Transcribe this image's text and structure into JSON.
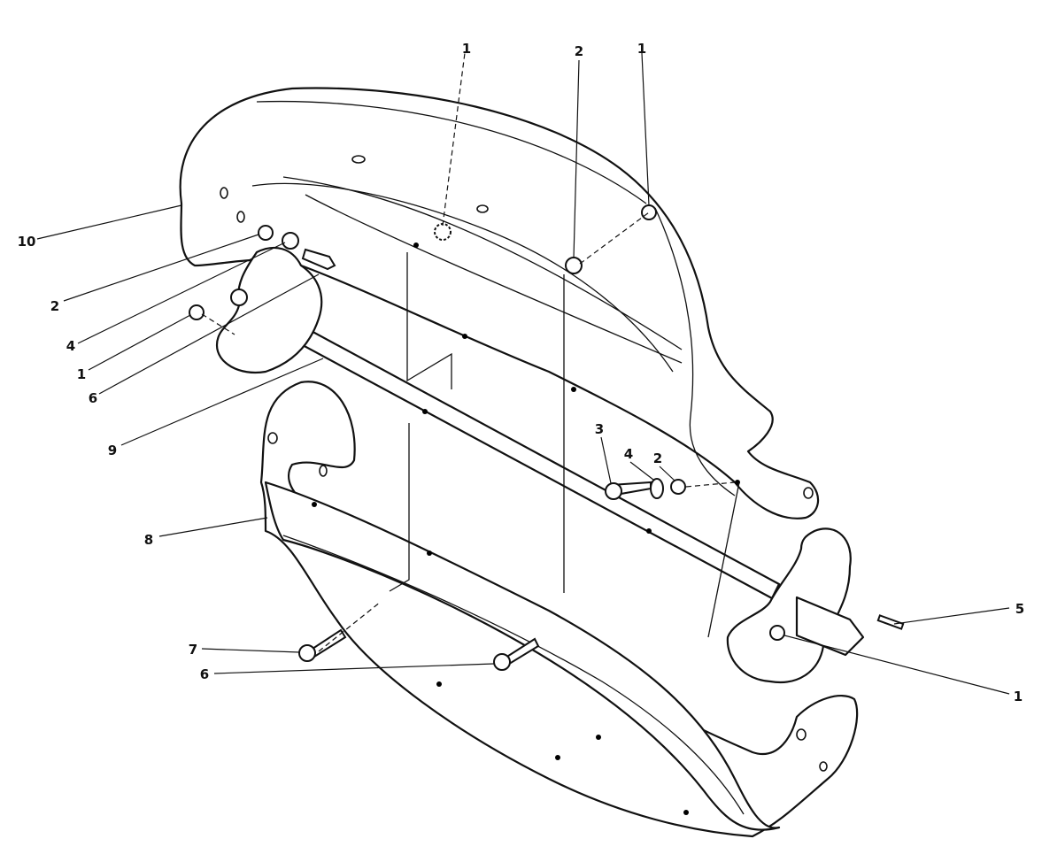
{
  "diagram": {
    "type": "exploded parts diagram",
    "callouts": [
      {
        "id": "callout-1-top-left",
        "label": "1"
      },
      {
        "id": "callout-2-top",
        "label": "2"
      },
      {
        "id": "callout-1-top-right",
        "label": "1"
      },
      {
        "id": "callout-10",
        "label": "10"
      },
      {
        "id": "callout-2-left",
        "label": "2"
      },
      {
        "id": "callout-4-left",
        "label": "4"
      },
      {
        "id": "callout-1-left",
        "label": "1"
      },
      {
        "id": "callout-6-left",
        "label": "6"
      },
      {
        "id": "callout-9",
        "label": "9"
      },
      {
        "id": "callout-8",
        "label": "8"
      },
      {
        "id": "callout-3",
        "label": "3"
      },
      {
        "id": "callout-4-right",
        "label": "4"
      },
      {
        "id": "callout-2-right",
        "label": "2"
      },
      {
        "id": "callout-5",
        "label": "5"
      },
      {
        "id": "callout-7",
        "label": "7"
      },
      {
        "id": "callout-6-bottom",
        "label": "6"
      },
      {
        "id": "callout-1-right",
        "label": "1"
      }
    ],
    "line_color": "#111111",
    "background": "#ffffff"
  }
}
